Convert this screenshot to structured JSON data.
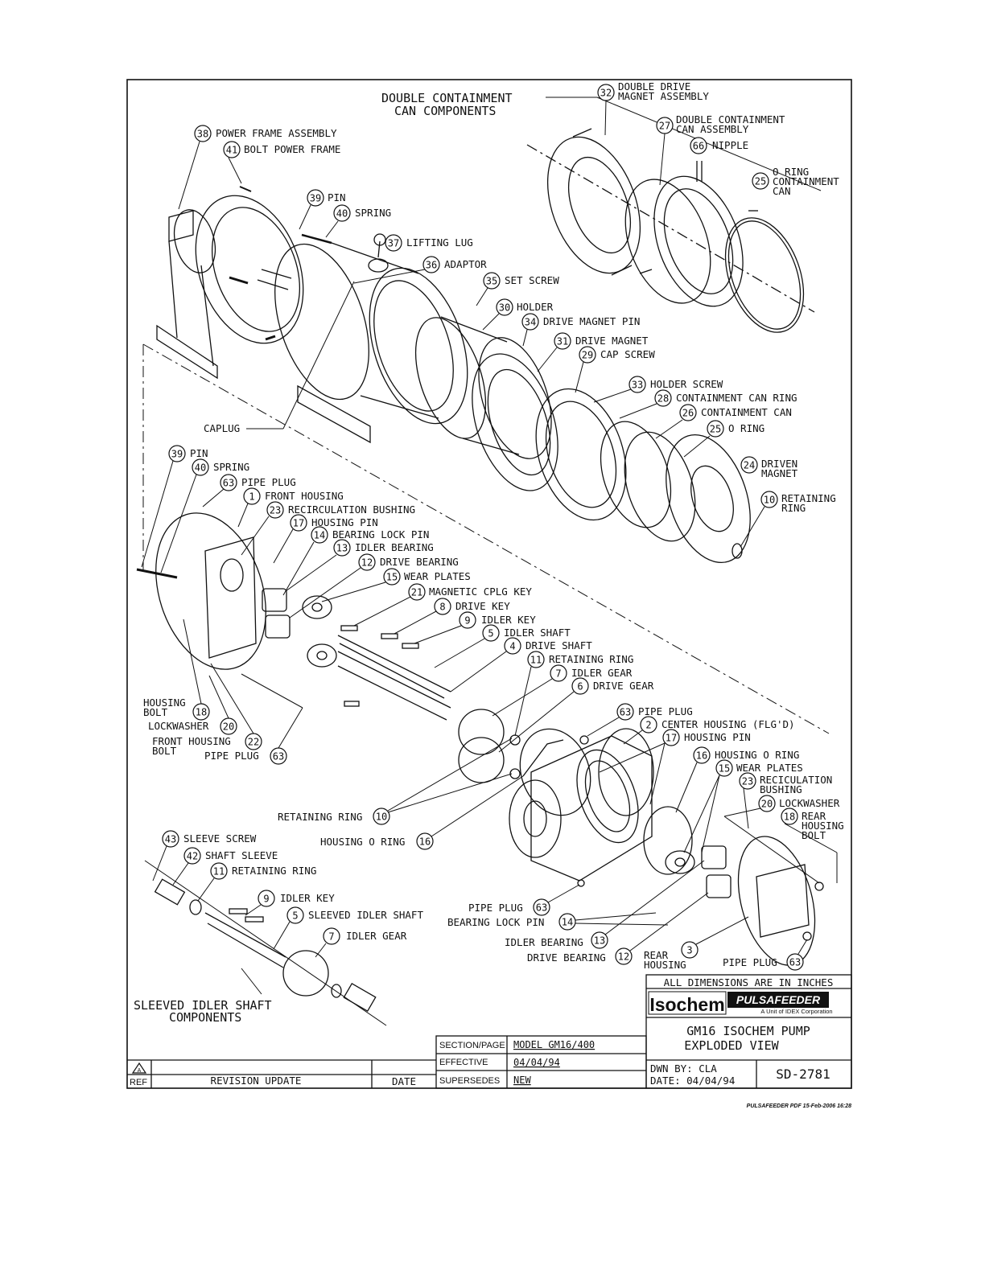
{
  "headings": {
    "double_containment": [
      "DOUBLE CONTAINMENT",
      "CAN COMPONENTS"
    ],
    "sleeved_idler": [
      "SLEEVED IDLER SHAFT",
      "COMPONENTS"
    ]
  },
  "callouts": [
    {
      "num": "32",
      "label": "DOUBLE DRIVE",
      "label2": "MAGNET ASSEMBLY"
    },
    {
      "num": "27",
      "label": "DOUBLE CONTAINMENT",
      "label2": "CAN ASSEMBLY"
    },
    {
      "num": "66",
      "label": "NIPPLE",
      "label2": ""
    },
    {
      "num": "25",
      "label": "O RING",
      "label2": "CONTAINMENT",
      "label3": "CAN"
    },
    {
      "num": "38",
      "label": "POWER FRAME ASSEMBLY",
      "label2": ""
    },
    {
      "num": "41",
      "label": "BOLT POWER FRAME",
      "label2": ""
    },
    {
      "num": "39",
      "label": "PIN",
      "label2": ""
    },
    {
      "num": "40",
      "label": "SPRING",
      "label2": ""
    },
    {
      "num": "37",
      "label": "LIFTING LUG",
      "label2": ""
    },
    {
      "num": "36",
      "label": "ADAPTOR",
      "label2": ""
    },
    {
      "num": "35",
      "label": "SET SCREW",
      "label2": ""
    },
    {
      "num": "30",
      "label": "HOLDER",
      "label2": ""
    },
    {
      "num": "34",
      "label": "DRIVE MAGNET PIN",
      "label2": ""
    },
    {
      "num": "31",
      "label": "DRIVE MAGNET",
      "label2": ""
    },
    {
      "num": "29",
      "label": "CAP SCREW",
      "label2": ""
    },
    {
      "num": "33",
      "label": "HOLDER SCREW",
      "label2": ""
    },
    {
      "num": "28",
      "label": "CONTAINMENT CAN RING",
      "label2": ""
    },
    {
      "num": "26",
      "label": "CONTAINMENT CAN",
      "label2": ""
    },
    {
      "num": "25",
      "label": "O RING",
      "label2": ""
    },
    {
      "num": "24",
      "label": "DRIVEN",
      "label2": "MAGNET"
    },
    {
      "num": "10",
      "label": "RETAINING",
      "label2": "RING"
    },
    {
      "num": "39",
      "label": "PIN",
      "label2": ""
    },
    {
      "num": "40",
      "label": "SPRING",
      "label2": ""
    },
    {
      "num": "63",
      "label": "PIPE PLUG",
      "label2": ""
    },
    {
      "num": "1",
      "label": "FRONT HOUSING",
      "label2": ""
    },
    {
      "num": "23",
      "label": "RECIRCULATION BUSHING",
      "label2": ""
    },
    {
      "num": "17",
      "label": "HOUSING PIN",
      "label2": ""
    },
    {
      "num": "14",
      "label": "BEARING LOCK PIN",
      "label2": ""
    },
    {
      "num": "13",
      "label": "IDLER BEARING",
      "label2": ""
    },
    {
      "num": "12",
      "label": "DRIVE BEARING",
      "label2": ""
    },
    {
      "num": "15",
      "label": "WEAR PLATES",
      "label2": ""
    },
    {
      "num": "21",
      "label": "MAGNETIC CPLG KEY",
      "label2": ""
    },
    {
      "num": "8",
      "label": "DRIVE KEY",
      "label2": ""
    },
    {
      "num": "9",
      "label": "IDLER KEY",
      "label2": ""
    },
    {
      "num": "5",
      "label": "IDLER SHAFT",
      "label2": ""
    },
    {
      "num": "4",
      "label": "DRIVE SHAFT",
      "label2": ""
    },
    {
      "num": "11",
      "label": "RETAINING RING",
      "label2": ""
    },
    {
      "num": "7",
      "label": "IDLER GEAR",
      "label2": ""
    },
    {
      "num": "6",
      "label": "DRIVE GEAR",
      "label2": ""
    },
    {
      "num": "63",
      "label": "PIPE PLUG",
      "label2": ""
    },
    {
      "num": "2",
      "label": "CENTER HOUSING (FLG'D)",
      "label2": ""
    },
    {
      "num": "17",
      "label": "HOUSING PIN",
      "label2": ""
    },
    {
      "num": "16",
      "label": "HOUSING O RING",
      "label2": ""
    },
    {
      "num": "15",
      "label": "WEAR PLATES",
      "label2": ""
    },
    {
      "num": "23",
      "label": "RECICULATION",
      "label2": "BUSHING"
    },
    {
      "num": "20",
      "label": "LOCKWASHER",
      "label2": ""
    },
    {
      "num": "18",
      "label": "REAR",
      "label2": "HOUSING",
      "label3": "BOLT"
    }
  ],
  "left_callouts": [
    {
      "num": "18",
      "label": "HOUSING",
      "label2": "BOLT"
    },
    {
      "num": "20",
      "label": "LOCKWASHER",
      "label2": ""
    },
    {
      "num": "22",
      "label": "FRONT HOUSING",
      "label2": "BOLT"
    },
    {
      "num": "63",
      "label": "PIPE PLUG",
      "label2": ""
    },
    {
      "num": "10",
      "label": "RETAINING RING",
      "label2": ""
    },
    {
      "num": "16",
      "label": "HOUSING O RING",
      "label2": ""
    },
    {
      "num": "63",
      "label": "PIPE PLUG",
      "label2": ""
    },
    {
      "num": "14",
      "label": "BEARING LOCK PIN",
      "label2": ""
    },
    {
      "num": "13",
      "label": "IDLER BEARING",
      "label2": ""
    },
    {
      "num": "12",
      "label": "DRIVE BEARING",
      "label2": ""
    },
    {
      "num": "3",
      "label": "REAR",
      "label2": "HOUSING"
    },
    {
      "num": "63",
      "label": "PIPE PLUG",
      "label2": ""
    }
  ],
  "sleeve_callouts": [
    {
      "num": "43",
      "label": "SLEEVE SCREW"
    },
    {
      "num": "42",
      "label": "SHAFT SLEEVE"
    },
    {
      "num": "11",
      "label": "RETAINING RING"
    },
    {
      "num": "9",
      "label": "IDLER KEY"
    },
    {
      "num": "5",
      "label": "SLEEVED IDLER SHAFT"
    },
    {
      "num": "7",
      "label": "IDLER GEAR"
    }
  ],
  "caplug": "CAPLUG",
  "title_block": {
    "dimensions_note": "ALL DIMENSIONS ARE IN INCHES",
    "logo_isochem": "Isochem",
    "logo_pulsafeeder": "PULSAFEEDER",
    "logo_tagline": "A Unit of IDEX Corporation",
    "title_line1": "GM16 ISOCHEM PUMP",
    "title_line2": "EXPLODED VIEW",
    "section_page_label": "SECTION/PAGE",
    "section_page_value": "MODEL GM16/400",
    "effective_label": "EFFECTIVE",
    "effective_value": "04/04/94",
    "supersedes_label": "SUPERSEDES",
    "supersedes_value": "NEW",
    "drawn_by": "DWN BY: CLA",
    "date": "DATE: 04/04/94",
    "drawing_number": "SD-2781",
    "rev_ref": "REF",
    "rev_update": "REVISION UPDATE",
    "rev_date": "DATE",
    "rev_symbol": "A"
  },
  "footer_stamp": "PULSAFEEDER PDF 15-Feb-2006 16:28"
}
